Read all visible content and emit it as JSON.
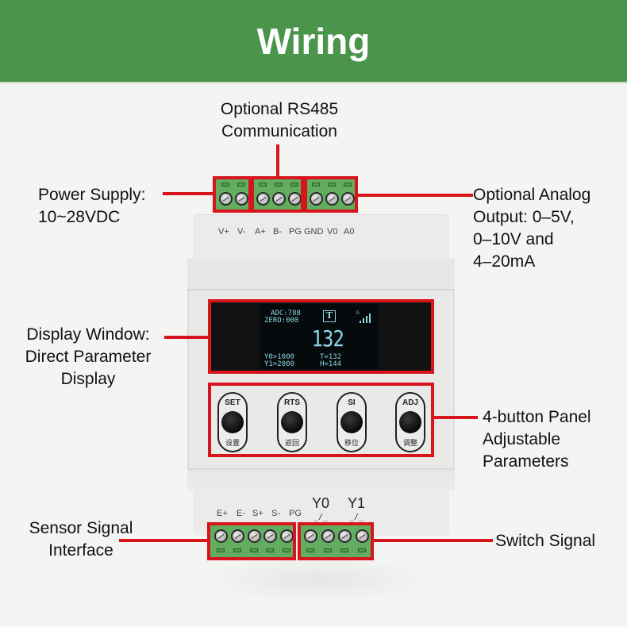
{
  "header": {
    "title": "Wiring"
  },
  "colors": {
    "banner": "#4a944c",
    "callout": "#d8141c",
    "terminal": "#62ad5f",
    "oled_text": "#8fd6e6"
  },
  "callouts": {
    "rs485": {
      "line1": "Optional RS485",
      "line2": "Communication"
    },
    "power": {
      "line1": "Power Supply:",
      "line2": "10~28VDC"
    },
    "analog": {
      "line1": "Optional Analog",
      "line2": "Output: 0–5V,",
      "line3": "0–10V and",
      "line4": "4–20mA"
    },
    "display": {
      "line1": "Display Window:",
      "line2": "Direct Parameter",
      "line3": "Display"
    },
    "buttons": {
      "line1": "4-button Panel",
      "line2": "Adjustable",
      "line3": "Parameters"
    },
    "sensor": {
      "line1": "Sensor Signal",
      "line2": "Interface"
    },
    "switch": {
      "line1": "Switch Signal"
    }
  },
  "top_pins": [
    "V+",
    "V-",
    "A+",
    "B-",
    "PG",
    "GND",
    "V0",
    "A0"
  ],
  "bottom_pins": [
    "E+",
    "E-",
    "S+",
    "S-",
    "PG"
  ],
  "relay_outputs": [
    {
      "label": "Y0",
      "symbol": "_/_"
    },
    {
      "label": "Y1",
      "symbol": "_/_"
    }
  ],
  "display": {
    "adc": "ADC:788",
    "zero": "ZERO:000",
    "mode_icon": "T",
    "signal_label": "G",
    "main_value": "132",
    "y0": "Y0>1000",
    "y1": "Y1>2000",
    "t": "T=132",
    "h": "H=144"
  },
  "buttons": [
    {
      "top": "SET",
      "bottom": "设置"
    },
    {
      "top": "RTS",
      "bottom": "返回"
    },
    {
      "top": "SI",
      "bottom": "移位"
    },
    {
      "top": "ADJ",
      "bottom": "调整"
    }
  ]
}
